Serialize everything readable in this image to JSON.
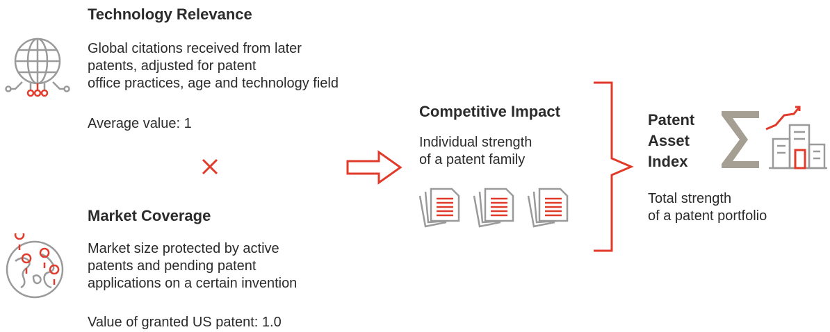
{
  "technology_relevance": {
    "title": "Technology Relevance",
    "description": [
      "Global citations received from later",
      "patents, adjusted for patent",
      "office practices, age and technology field"
    ],
    "metric": "Average value: 1",
    "icon": "globe-circuit-icon"
  },
  "operator": {
    "symbol": "×",
    "icon": "multiply-icon"
  },
  "market_coverage": {
    "title": "Market Coverage",
    "description": [
      "Market size protected by active",
      "patents and pending patent",
      "applications on a certain invention"
    ],
    "metric": "Value of granted US patent: 1.0",
    "icon": "world-map-pins-icon"
  },
  "arrow": {
    "icon": "right-arrow-icon"
  },
  "competitive_impact": {
    "title": "Competitive Impact",
    "description": [
      "Individual strength",
      "of a patent family"
    ],
    "icons": [
      "document-stack-icon",
      "document-stack-icon",
      "document-stack-icon"
    ]
  },
  "bracket": {
    "icon": "curly-brace-icon"
  },
  "patent_asset_index": {
    "title": [
      "Patent",
      "Asset",
      "Index"
    ],
    "description": [
      "Total strength",
      "of a patent portfolio"
    ],
    "icons": [
      "sigma-icon",
      "growing-building-icon"
    ]
  },
  "colors": {
    "accent": "#e03a2a",
    "icon_gray": "#9a9a9a",
    "sigma_taupe": "#a59e93",
    "text": "#2b2b2b"
  }
}
